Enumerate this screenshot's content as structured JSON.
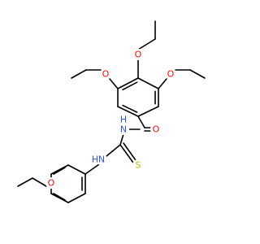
{
  "colors": {
    "bond": "#000000",
    "oxygen": "#ff0d0d",
    "nitrogen": "#3050f8",
    "sulfur": "#b8b800",
    "background": "#ffffff"
  },
  "atoms": {
    "o_top": "O",
    "o_left": "O",
    "o_right": "O",
    "o_carbonyl": "O",
    "n_amide": "N",
    "h_amide": "H",
    "s_thio": "S",
    "n_aniline": "N",
    "h_aniline": "H",
    "o_phenyl": "O"
  }
}
